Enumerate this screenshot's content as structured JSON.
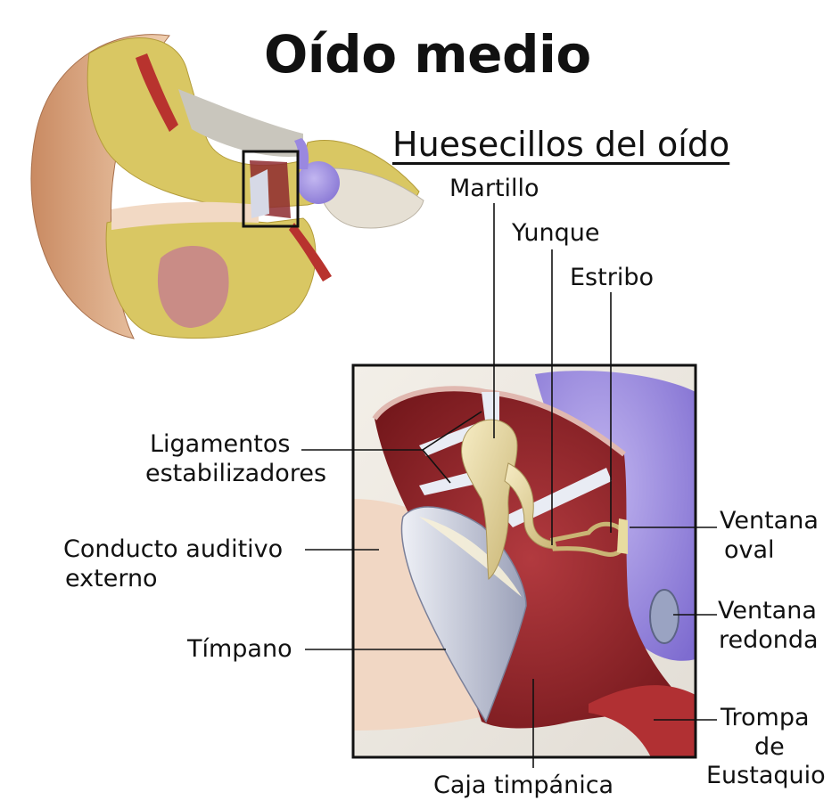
{
  "title": "Oído medio",
  "subtitle": "Huesecillos del oído",
  "labels": {
    "martillo": "Martillo",
    "yunque": "Yunque",
    "estribo": "Estribo",
    "ligamentos_1": "Ligamentos",
    "ligamentos_2": "estabilizadores",
    "conducto_1": "Conducto auditivo",
    "conducto_2": "externo",
    "timpano": "Tímpano",
    "caja": "Caja timpánica",
    "ventana_oval_1": "Ventana",
    "ventana_oval_2": "oval",
    "ventana_redonda_1": "Ventana",
    "ventana_redonda_2": "redonda",
    "trompa_1": "Trompa",
    "trompa_2": "de",
    "trompa_3": "Eustaquio"
  }
}
